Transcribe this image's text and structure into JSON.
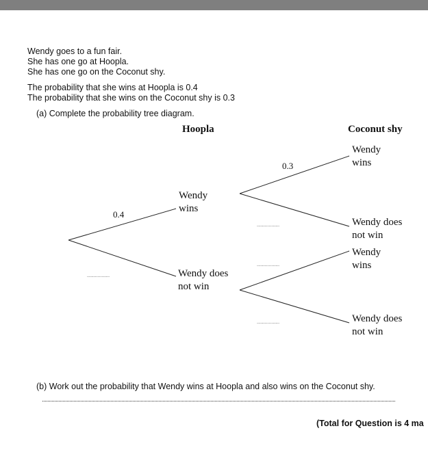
{
  "intro": [
    "Wendy goes to a fun fair.",
    "She has one go at Hoopla.",
    "She has one go on the Coconut shy."
  ],
  "given": [
    "The probability that she wins at Hoopla is 0.4",
    "The probability that she wins on the Coconut shy is 0.3"
  ],
  "part_a": "(a) Complete the probability tree diagram.",
  "tree": {
    "heading_hoopla": "Hoopla",
    "heading_coconut": "Coconut shy",
    "first_win_prob": "0.4",
    "first_lose_prob": ".................",
    "second_win_prob_upper": "0.3",
    "second_lose_prob_upper": ".................",
    "second_win_prob_lower": ".................",
    "second_lose_prob_lower": ".................",
    "hoopla_win_line1": "Wendy",
    "hoopla_win_line2": "wins",
    "hoopla_lose_line1": "Wendy does",
    "hoopla_lose_line2": "not win",
    "coco1_line1": "Wendy",
    "coco1_line2": "wins",
    "coco2_line1": "Wendy does",
    "coco2_line2": "not win",
    "coco3_line1": "Wendy",
    "coco3_line2": "wins",
    "coco4_line1": "Wendy does",
    "coco4_line2": "not win"
  },
  "part_b": "(b) Work out the probability that Wendy wins at Hoopla and also wins on the Coconut shy.",
  "total": "(Total for Question is 4 ma"
}
